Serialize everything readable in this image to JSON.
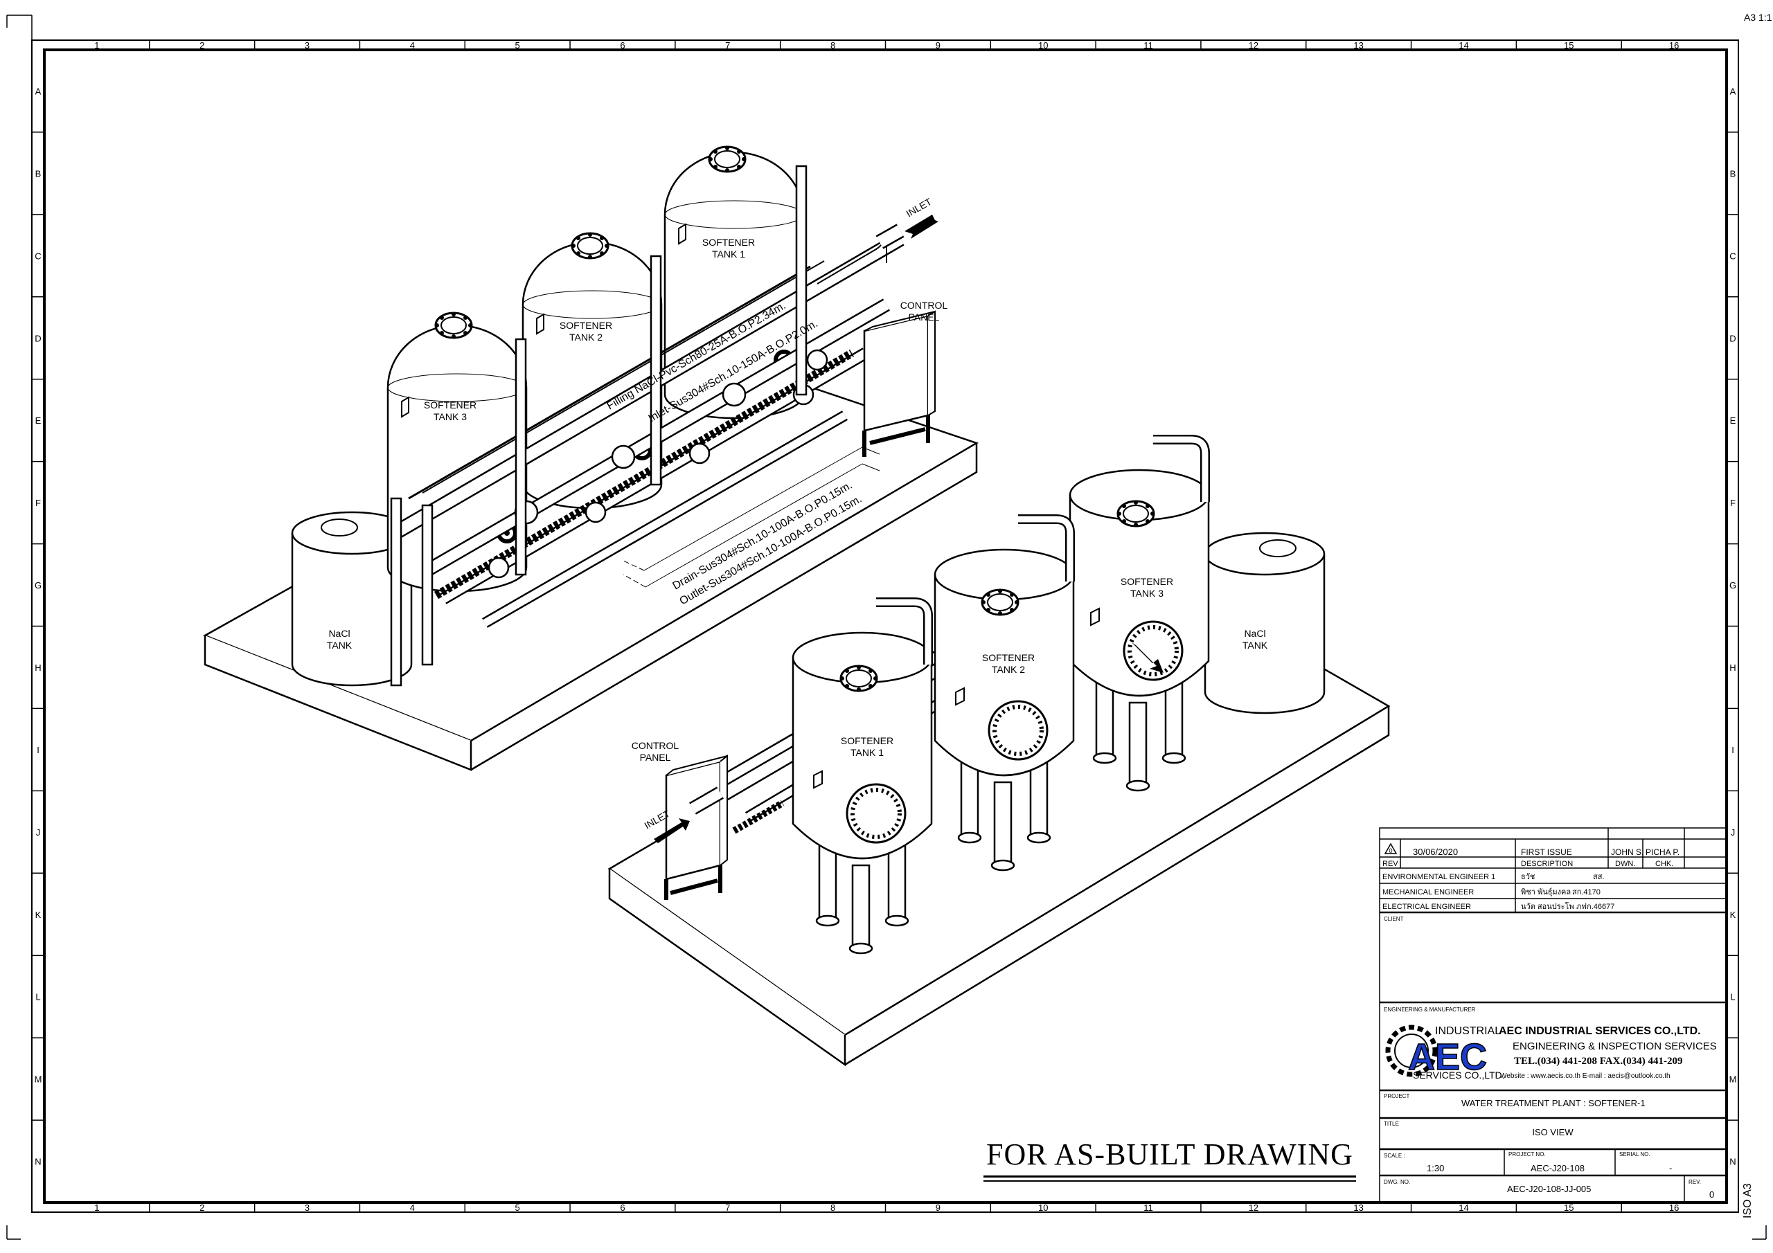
{
  "sheet": {
    "size_mark": "A3 1:1",
    "side_mark": "ISO A3",
    "columns": [
      "1",
      "2",
      "3",
      "4",
      "5",
      "6",
      "7",
      "8",
      "9",
      "10",
      "11",
      "12",
      "13",
      "14",
      "15",
      "16"
    ],
    "rows": [
      "A",
      "B",
      "C",
      "D",
      "E",
      "F",
      "G",
      "H",
      "I",
      "J",
      "K",
      "L",
      "M",
      "N"
    ]
  },
  "plan_upper": {
    "tank1": [
      "SOFTENER",
      "TANK 1"
    ],
    "tank2": [
      "SOFTENER",
      "TANK 2"
    ],
    "tank3": [
      "SOFTENER",
      "TANK 3"
    ],
    "nacl": [
      "NaCl",
      "TANK"
    ],
    "control": [
      "CONTROL",
      "PANEL"
    ],
    "inlet": "INLET",
    "pipe_filling": "Filling NaCl-Pvc-Sch80-25A-B.O.P2.34m.",
    "pipe_inlet": "Inlet-Sus304#Sch.10-150A-B.O.P2.0m.",
    "pipe_drain": "Drain-Sus304#Sch.10-100A-B.O.P0.15m.",
    "pipe_outlet": "Outlet-Sus304#Sch.10-100A-B.O.P0.15m."
  },
  "plan_lower": {
    "tank1": [
      "SOFTENER",
      "TANK 1"
    ],
    "tank2": [
      "SOFTENER",
      "TANK 2"
    ],
    "tank3": [
      "SOFTENER",
      "TANK 3"
    ],
    "nacl": [
      "NaCl",
      "TANK"
    ],
    "control": [
      "CONTROL",
      "PANEL"
    ],
    "inlet": "INLET"
  },
  "title_block": {
    "rev_marker": "0",
    "rev_date": "30/06/2020",
    "rev_description": "FIRST ISSUE",
    "drawn_by": "JOHN S.",
    "checked_by": "PICHA P.",
    "hdr_rev": "REV",
    "hdr_description": "DESCRIPTION",
    "hdr_drawn": "DWN.",
    "hdr_checked": "CHK.",
    "engineers": [
      {
        "role": "ENVIRONMENTAL ENGINEER 1",
        "name": "ธวัช",
        "license": "สส."
      },
      {
        "role": "MECHANICAL ENGINEER",
        "name": "พิชา พันธุ์มงคล",
        "license": "สก.4170"
      },
      {
        "role": "ELECTRICAL ENGINEER",
        "name": "นวัต สอนประโพ",
        "license": "ภฟก.46677"
      }
    ],
    "client_label": "CLIENT",
    "mfr_label": "ENGINEERING & MANUFACTURER",
    "logo_text": "AEC",
    "logo_top": "INDUSTRIAL",
    "logo_bottom": "SERVICES CO.,LTD.",
    "company": "AEC INDUSTRIAL SERVICES CO.,LTD.",
    "services": "ENGINEERING & INSPECTION SERVICES",
    "phone": "TEL.(034) 441-208   FAX.(034) 441-209",
    "web": "Website : www.aecis.co.th  E-mail : aecis@outlook.co.th",
    "project_label": "PROJECT",
    "project": "WATER TREATMENT PLANT : SOFTENER-1",
    "title_label": "TITLE",
    "title": "ISO VIEW",
    "scale_label": "SCALE :",
    "scale": "1:30",
    "project_no_label": "PROJECT NO.",
    "project_no": "AEC-J20-108",
    "serial_label": "SERIAL NO.",
    "serial": "-",
    "dwg_label": "DWG. NO.",
    "dwg_no": "AEC-J20-108-JJ-005",
    "rev_label": "REV.",
    "rev": "0"
  },
  "stamp": "FOR AS-BUILT DRAWING"
}
